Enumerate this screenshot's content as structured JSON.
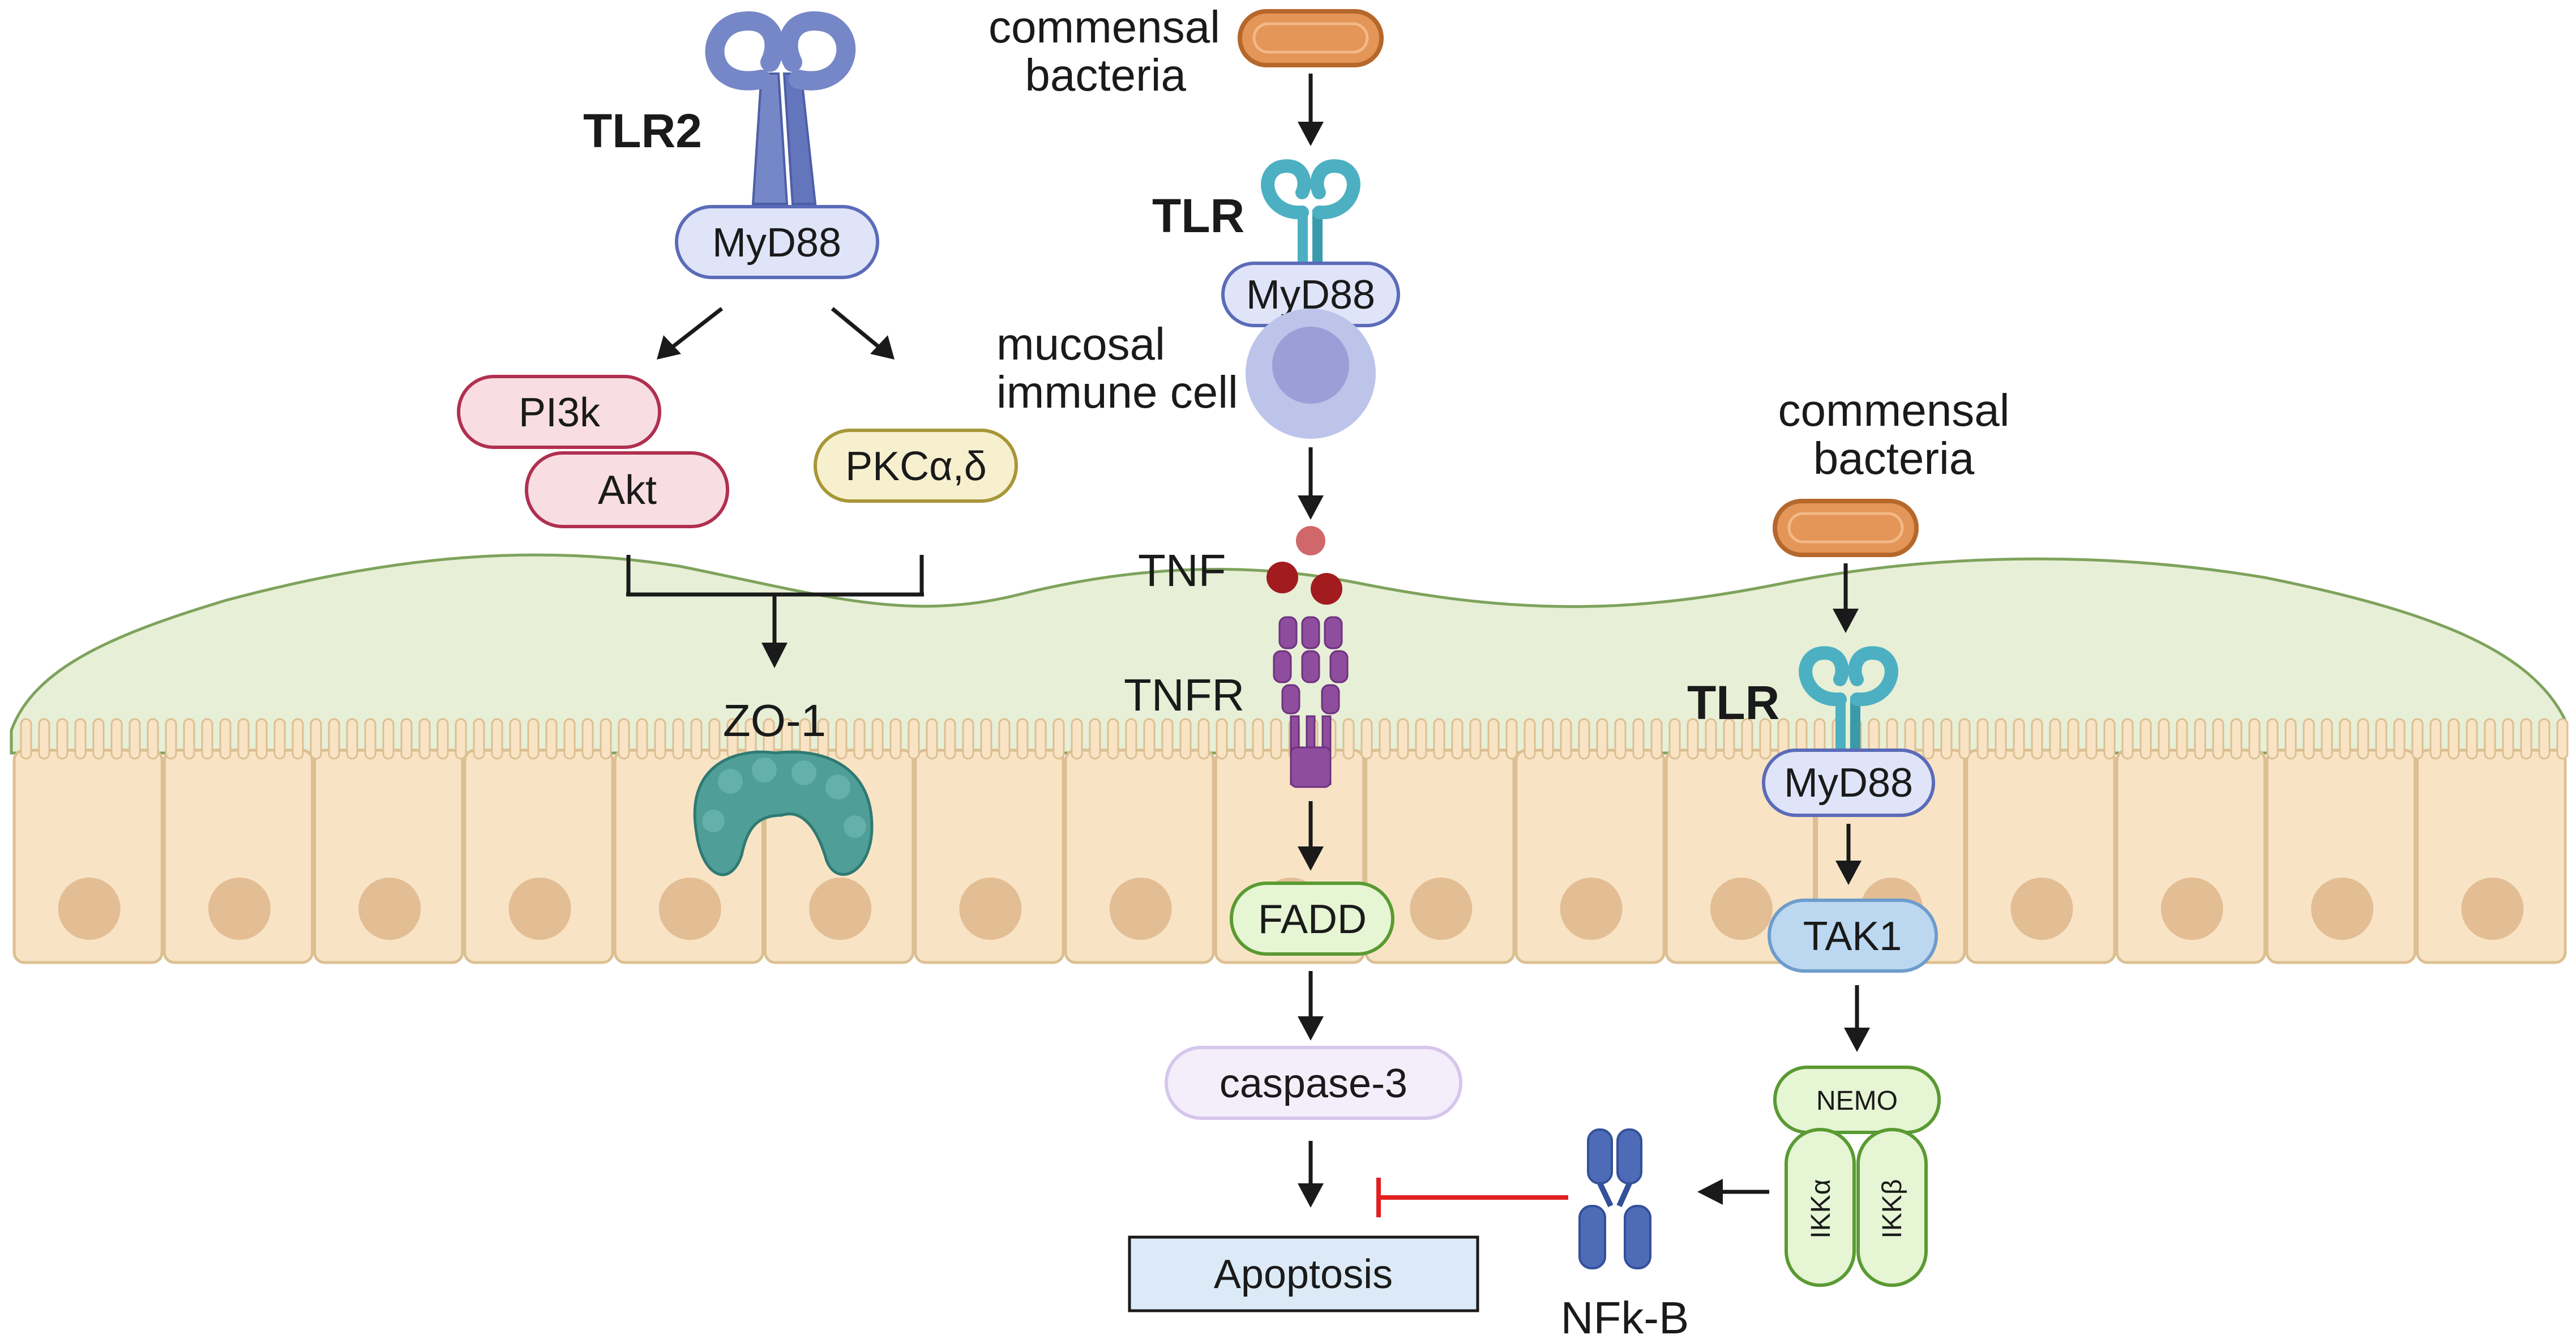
{
  "labels": {
    "tlr2": "TLR2",
    "commensal_top": [
      "commensal",
      "bacteria"
    ],
    "tlr_center": "TLR",
    "mucosal_immune_cell": [
      "mucosal",
      "immune cell"
    ],
    "commensal_right": [
      "commensal",
      "bacteria"
    ],
    "tnf": "TNF",
    "tnfr": "TNFR",
    "zo1": "ZO-1",
    "tlr_right": "TLR",
    "nfkb": "NFk-B"
  },
  "boxes": {
    "myd88_left": "MyD88",
    "pi3k": "PI3k",
    "akt": "Akt",
    "pkc": "PKCα,δ",
    "myd88_center": "MyD88",
    "myd88_right": "MyD88",
    "fadd": "FADD",
    "tak1": "TAK1",
    "caspase3": "caspase-3",
    "nemo": "NEMO",
    "ikka": "IKKα",
    "ikkb": "IKKβ",
    "apoptosis": "Apoptosis"
  },
  "colors": {
    "myd88_fill": "#dfe4f8",
    "myd88_stroke": "#5b6bb8",
    "pi3k_fill": "#f8dde3",
    "pi3k_stroke": "#b0304f",
    "pkc_fill": "#f6f0cf",
    "pkc_stroke": "#a89638",
    "fadd_fill": "#e6f5d4",
    "fadd_stroke": "#5a9a32",
    "tak1_fill": "#bcd8f1",
    "tak1_stroke": "#6e9ccc",
    "caspase_fill": "#f4eefb",
    "caspase_stroke": "#d6c6ec",
    "apoptosis_fill": "#dbeaf6",
    "bacteria_fill": "#e49558",
    "bacteria_stroke": "#b6672a",
    "mucus_fill": "#e7efd6",
    "mucus_stroke": "#7ea35c",
    "cell_fill": "#f8e4c5",
    "cell_stroke": "#dcbf92",
    "nucleus_fill": "#e3bd94",
    "tnf_dark": "#a11b1f",
    "tnf_light": "#d0686b",
    "tnfr_fill": "#8f4d9e",
    "zo1_fill": "#4f9e97",
    "tlr_teal": "#4cb0c2",
    "tlr2_blue": "#7587c7",
    "nfkb_blue": "#4d6bb6",
    "inhibit_red": "#e02020"
  }
}
